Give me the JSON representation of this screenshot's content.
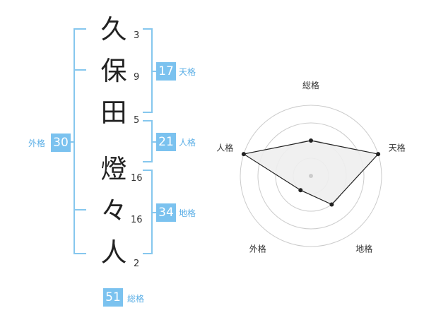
{
  "name_chars": [
    {
      "char": "久",
      "strokes": "3"
    },
    {
      "char": "保",
      "strokes": "9"
    },
    {
      "char": "田",
      "strokes": "5"
    },
    {
      "char": "燈",
      "strokes": "16"
    },
    {
      "char": "々",
      "strokes": "16"
    },
    {
      "char": "人",
      "strokes": "2"
    }
  ],
  "kaku": {
    "tenkaku": {
      "value": "17",
      "label": "天格"
    },
    "jinkaku": {
      "value": "21",
      "label": "人格"
    },
    "chikaku": {
      "value": "34",
      "label": "地格"
    },
    "gaikaku": {
      "value": "30",
      "label": "外格"
    },
    "soukaku": {
      "value": "51",
      "label": "総格"
    }
  },
  "chart_data": {
    "type": "radar",
    "axes": [
      "総格",
      "天格",
      "地格",
      "外格",
      "人格"
    ],
    "values": [
      2,
      4,
      2,
      1,
      4
    ],
    "max": 4,
    "rings": 4,
    "colors": {
      "fill": "#eeeeee",
      "stroke": "#222222",
      "grid": "#cccccc"
    }
  },
  "colors": {
    "accent": "#7bc2ef",
    "label": "#5aaee6",
    "bracket": "#86c7ee"
  }
}
